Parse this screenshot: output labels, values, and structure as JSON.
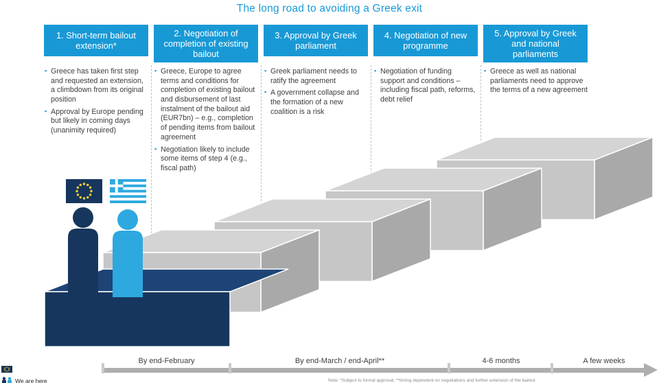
{
  "title": "The long road to avoiding a Greek exit",
  "columns": [
    {
      "header": "1. Short-term bailout extension*",
      "bullets": [
        "Greece has taken first step and requested an extension, a climbdown from its original position",
        "Approval by Europe pending but likely in coming days (unanimity required)"
      ]
    },
    {
      "header": "2. Negotiation of completion of existing bailout",
      "bullets": [
        "Greece, Europe to agree terms and conditions for completion of existing bailout and disbursement of last instalment of the bailout aid (EUR7bn) – e.g., completion of pending items from bailout agreement",
        "Negotiation likely to include some items of step 4 (e.g., fiscal path)"
      ]
    },
    {
      "header": "3. Approval by Greek parliament",
      "bullets": [
        "Greek parliament needs to ratify the agreement",
        "A government collapse and the formation of a new coalition is a risk"
      ]
    },
    {
      "header": "4. Negotiation of new programme",
      "bullets": [
        "Negotiation of funding support and conditions – including fiscal path, reforms, debt relief"
      ]
    },
    {
      "header": "5. Approval by Greek and national parliaments",
      "bullets": [
        "Greece as well as national parliaments need to approve the terms of a new agreement"
      ]
    }
  ],
  "timeline": {
    "segments": [
      "By end-February",
      "By end-March / end-April**",
      "4-6 months",
      "A few weeks"
    ]
  },
  "legend": {
    "label": "We are here"
  },
  "footnote": "Note: *Subject to formal approval; **timing dependent on negotiations and further extension of the bailout",
  "colors": {
    "accent_blue": "#1899d6",
    "navy": "#17365d",
    "greek_blue": "#2ea9e0",
    "step_gray": "#c9c9c9",
    "star_gold": "#ffd034"
  }
}
